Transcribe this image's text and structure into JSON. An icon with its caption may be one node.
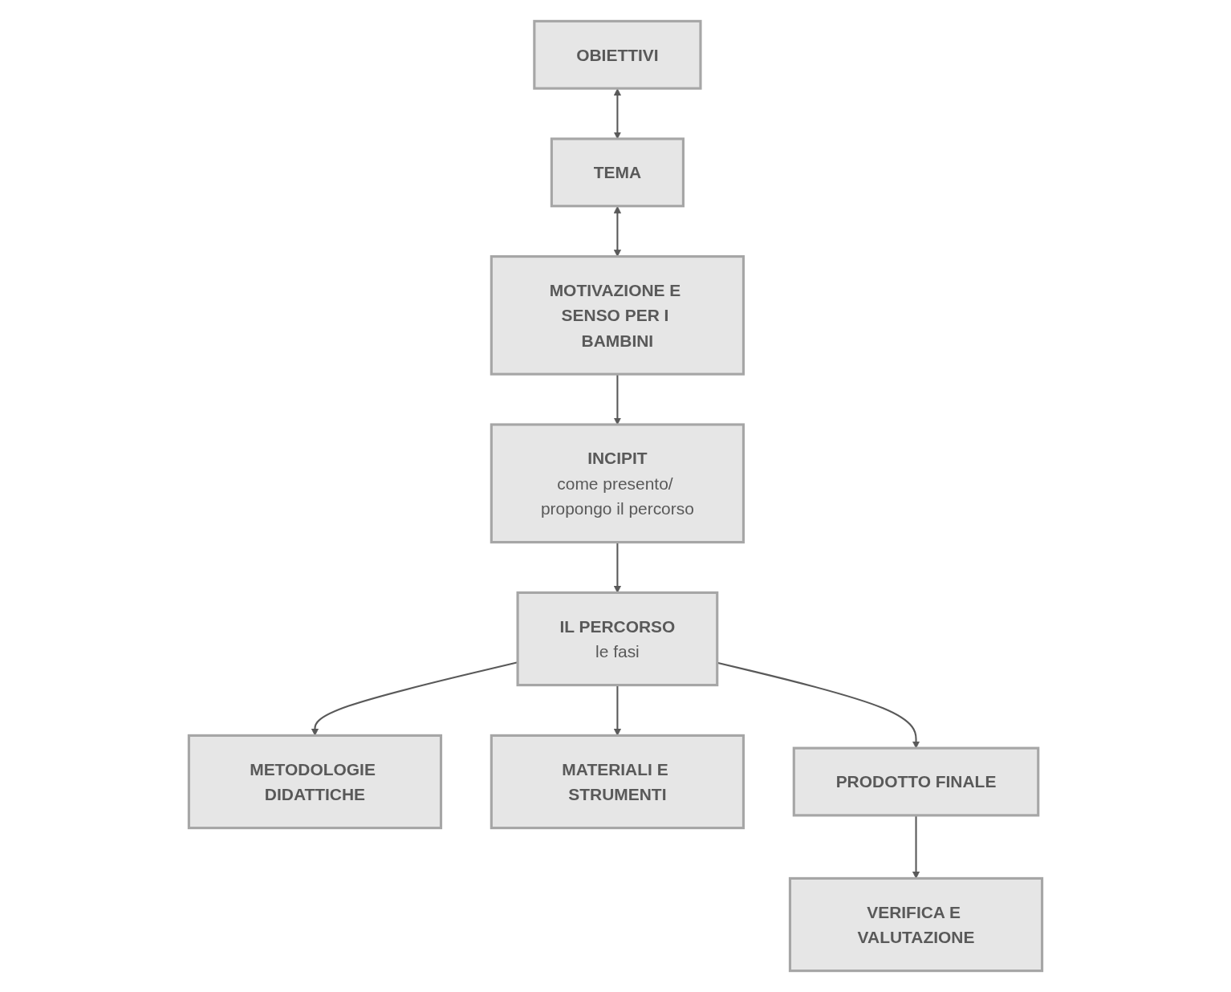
{
  "diagram": {
    "nodes": [
      {
        "text": [
          "OBIETTIVI"
        ]
      },
      {
        "text": [
          "TEMA"
        ]
      },
      {
        "text": [
          "MOTIVAZIONE E SENSO PER I BAMBINI"
        ]
      },
      {
        "text": [
          "INCIPIT",
          "come presento/ propongo il percorso"
        ]
      },
      {
        "text": [
          "IL PERCORSO",
          "le fasi"
        ]
      },
      {
        "text": [
          "METODOLOGIE DIDATTICHE"
        ]
      },
      {
        "text": [
          "MATERIALI E STRUMENTI"
        ]
      },
      {
        "text": [
          "PRODOTTO FINALE"
        ]
      },
      {
        "text": [
          "VERIFICA E VALUTAZIONE"
        ]
      }
    ],
    "edges": [
      {
        "from": 0,
        "to": 1,
        "arrow": "both"
      },
      {
        "from": 1,
        "to": 2,
        "arrow": "both"
      },
      {
        "from": 2,
        "to": 3,
        "arrow": "to"
      },
      {
        "from": 3,
        "to": 4,
        "arrow": "to"
      },
      {
        "from": 4,
        "to": 5,
        "arrow": "to"
      },
      {
        "from": 4,
        "to": 6,
        "arrow": "to"
      },
      {
        "from": 4,
        "to": 7,
        "arrow": "to"
      },
      {
        "from": 7,
        "to": 8,
        "arrow": "to"
      }
    ]
  }
}
